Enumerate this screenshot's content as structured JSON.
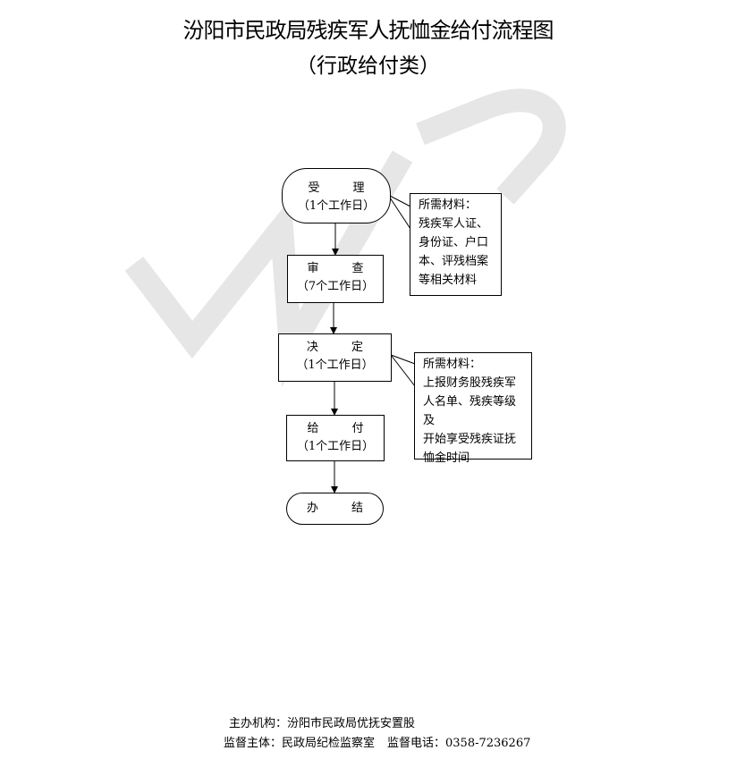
{
  "title": "汾阳市民政局残疾军人抚恤金给付流程图",
  "subtitle": "（行政给付类）",
  "watermark": "WPS",
  "steps": [
    {
      "label": "受　理",
      "duration": "（1个工作日）"
    },
    {
      "label": "审　查",
      "duration": "（7个工作日）"
    },
    {
      "label": "决　定",
      "duration": "（1个工作日）"
    },
    {
      "label": "给　付",
      "duration": "（1个工作日）"
    },
    {
      "label": "办　结"
    }
  ],
  "notes": [
    {
      "heading": "所需材料：",
      "lines": [
        "残疾军人证、",
        "身份证、户口",
        "本、评残档案",
        "等相关材料"
      ]
    },
    {
      "heading": "所需材料：",
      "lines": [
        "上报财务股残疾军",
        "人名单、残疾等级及",
        "开始享受残疾证抚",
        "恤金时间"
      ]
    }
  ],
  "footer": {
    "host": "主办机构：汾阳市民政局优抚安置股",
    "supervisor": "监督主体：民政局纪检监察室",
    "phone": "监督电话：0358-7236267"
  }
}
